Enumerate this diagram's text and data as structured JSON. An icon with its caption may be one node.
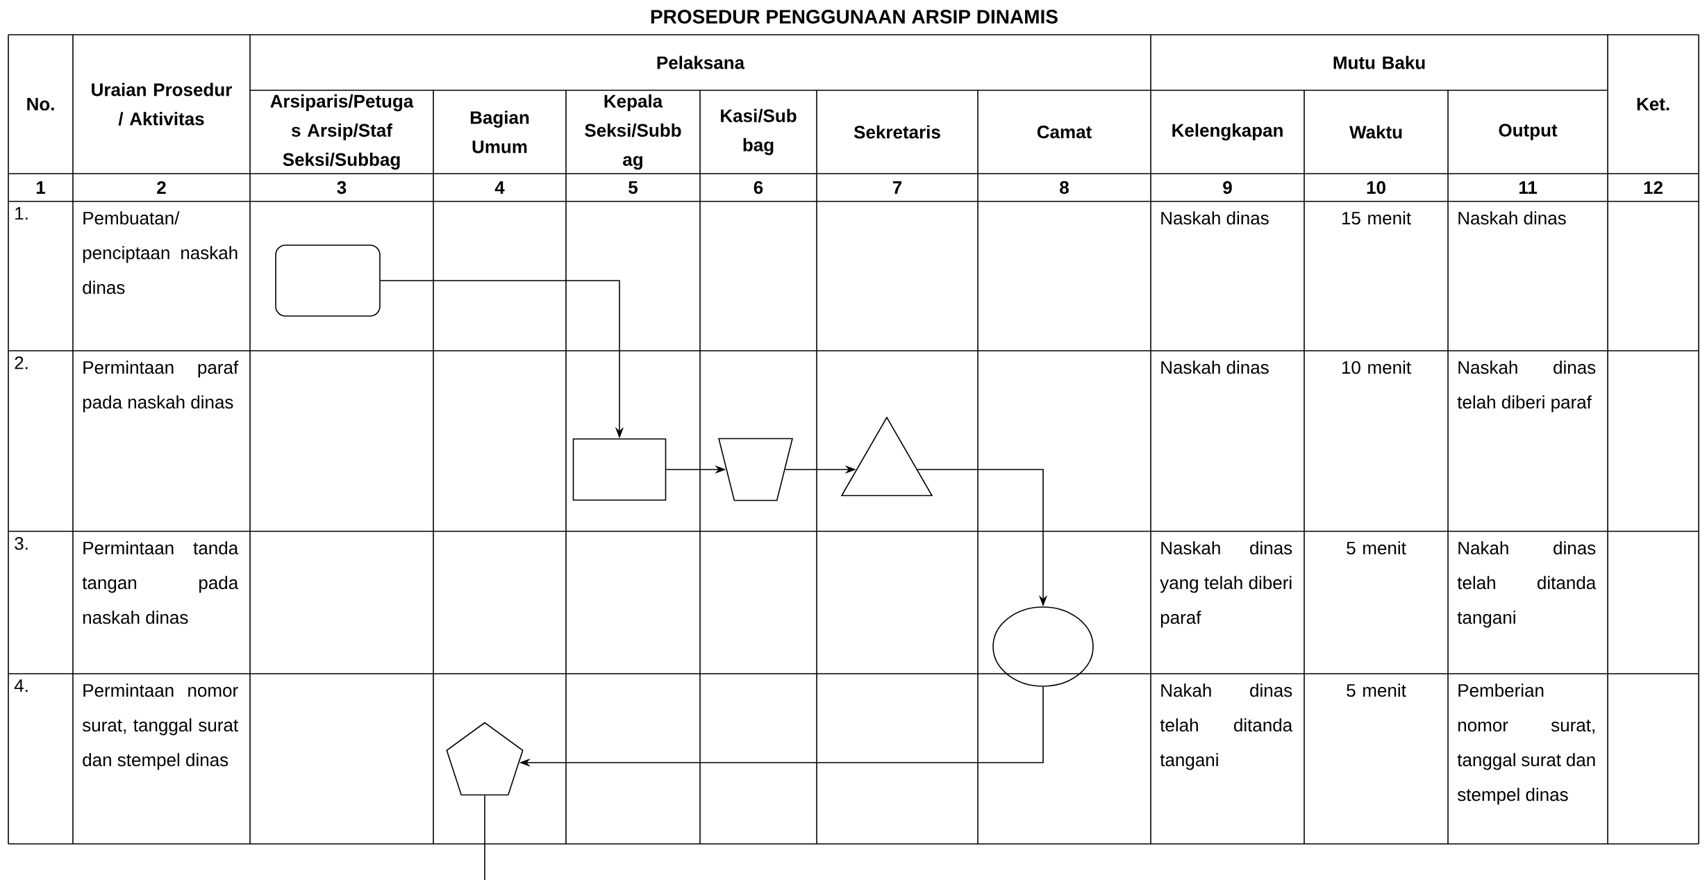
{
  "diagram": {
    "title": "PROSEDUR PENGGUNAAN ARSIP DINAMIS",
    "nodes": [
      {
        "text": [],
        "shape": "box"
      },
      {
        "text": [],
        "shape": "box"
      },
      {
        "text": [],
        "shape": "trapezoid"
      },
      {
        "text": [],
        "shape": "triangle"
      },
      {
        "text": [],
        "shape": "circle"
      },
      {
        "text": [],
        "shape": "pentagon"
      }
    ],
    "edges": [
      {
        "from": 0,
        "to": 1,
        "arrow": "to"
      },
      {
        "from": 1,
        "to": 2,
        "arrow": "to"
      },
      {
        "from": 2,
        "to": 3,
        "arrow": "to"
      },
      {
        "from": 3,
        "to": 4,
        "arrow": "to"
      },
      {
        "from": 4,
        "to": 5,
        "arrow": "to"
      },
      {
        "from": 5,
        "to": null,
        "arrow": "none"
      }
    ],
    "labels": [
      "No.",
      "Uraian Prosedur / Aktivitas",
      "Pelaksana",
      "Mutu Baku",
      "Ket.",
      "Arsiparis/Petuga s Arsip/Staf Seksi/Subbag",
      "Bagian Umum",
      "Kepala Seksi/Subb ag",
      "Kasi/Sub bag",
      "Sekretaris",
      "Camat",
      "Kelengkapan",
      "Waktu",
      "Output",
      "1",
      "2",
      "3",
      "4",
      "5",
      "6",
      "7",
      "8",
      "9",
      "10",
      "11",
      "12",
      "1.",
      "Pembuatan/ penciptaan naskah dinas",
      "Naskah dinas",
      "15 menit",
      "Naskah dinas",
      "2.",
      "Permintaan paraf pada naskah dinas",
      "Naskah dinas",
      "10 menit",
      "Naskah dinas telah diberi paraf",
      "3.",
      "Permintaan tanda tangan pada naskah dinas",
      "Naskah dinas yang telah diberi paraf",
      "5 menit",
      "Nakah dinas telah ditanda tangani",
      "4.",
      "Permintaan nomor surat, tanggal surat dan stempel dinas",
      "Nakah dinas telah ditanda tangani",
      "5 menit",
      "Pemberian nomor surat, tanggal surat dan stempel dinas"
    ]
  }
}
